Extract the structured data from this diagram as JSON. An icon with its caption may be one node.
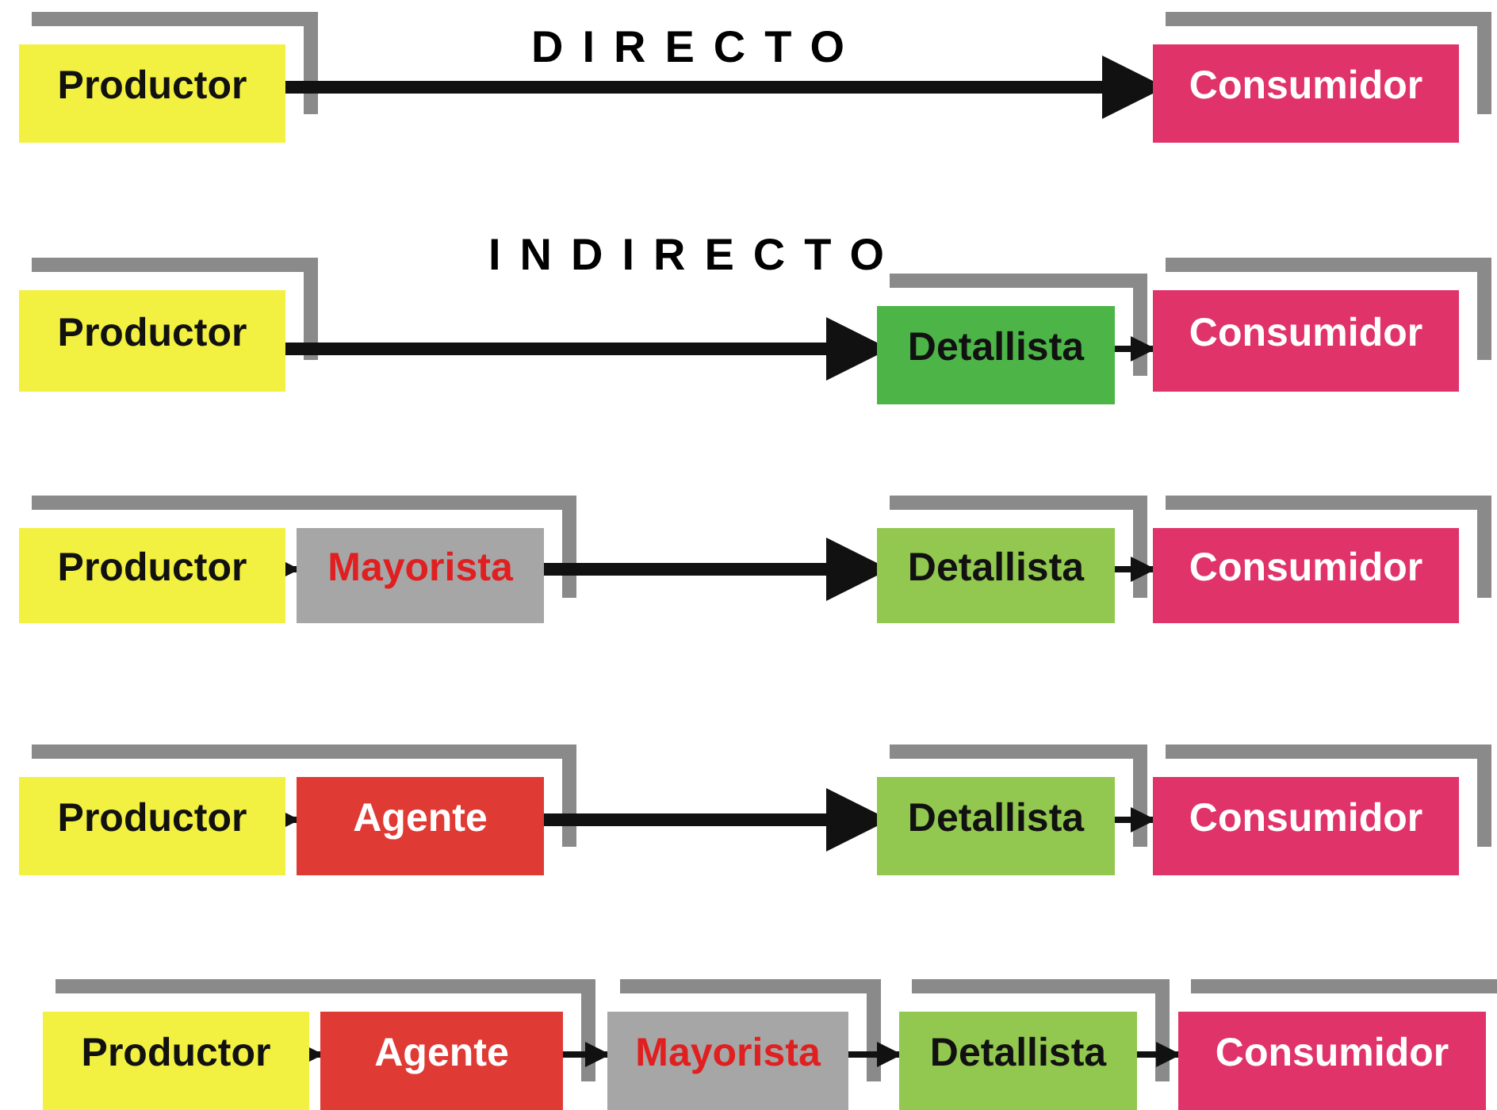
{
  "diagram": {
    "nodes": [
      {
        "text": [
          "Productor"
        ]
      },
      {
        "text": [
          "Consumidor"
        ]
      },
      {
        "text": [
          "Productor"
        ]
      },
      {
        "text": [
          "Detallista"
        ]
      },
      {
        "text": [
          "Consumidor"
        ]
      },
      {
        "text": [
          "Productor"
        ]
      },
      {
        "text": [
          "Mayorista"
        ]
      },
      {
        "text": [
          "Detallista"
        ]
      },
      {
        "text": [
          "Consumidor"
        ]
      },
      {
        "text": [
          "Productor"
        ]
      },
      {
        "text": [
          "Agente"
        ]
      },
      {
        "text": [
          "Detallista"
        ]
      },
      {
        "text": [
          "Consumidor"
        ]
      },
      {
        "text": [
          "Productor"
        ]
      },
      {
        "text": [
          "Agente"
        ]
      },
      {
        "text": [
          "Mayorista"
        ]
      },
      {
        "text": [
          "Detallista"
        ]
      },
      {
        "text": [
          "Consumidor"
        ]
      }
    ],
    "edges": [
      {
        "from": 0,
        "to": 1,
        "arrow": "to",
        "style": "thick"
      },
      {
        "from": 2,
        "to": 3,
        "arrow": "to",
        "style": "thick"
      },
      {
        "from": 3,
        "to": 4,
        "arrow": "to"
      },
      {
        "from": 5,
        "to": 6,
        "arrow": "to"
      },
      {
        "from": 6,
        "to": 7,
        "arrow": "to",
        "style": "thick"
      },
      {
        "from": 7,
        "to": 8,
        "arrow": "to"
      },
      {
        "from": 9,
        "to": 10,
        "arrow": "to"
      },
      {
        "from": 10,
        "to": 11,
        "arrow": "to",
        "style": "thick"
      },
      {
        "from": 11,
        "to": 12,
        "arrow": "to"
      },
      {
        "from": 13,
        "to": 14,
        "arrow": "to"
      },
      {
        "from": 14,
        "to": 15,
        "arrow": "to"
      },
      {
        "from": 15,
        "to": 16,
        "arrow": "to"
      },
      {
        "from": 16,
        "to": 17,
        "arrow": "to"
      }
    ],
    "labels": [
      "DIRECTO",
      "INDIRECTO"
    ]
  }
}
